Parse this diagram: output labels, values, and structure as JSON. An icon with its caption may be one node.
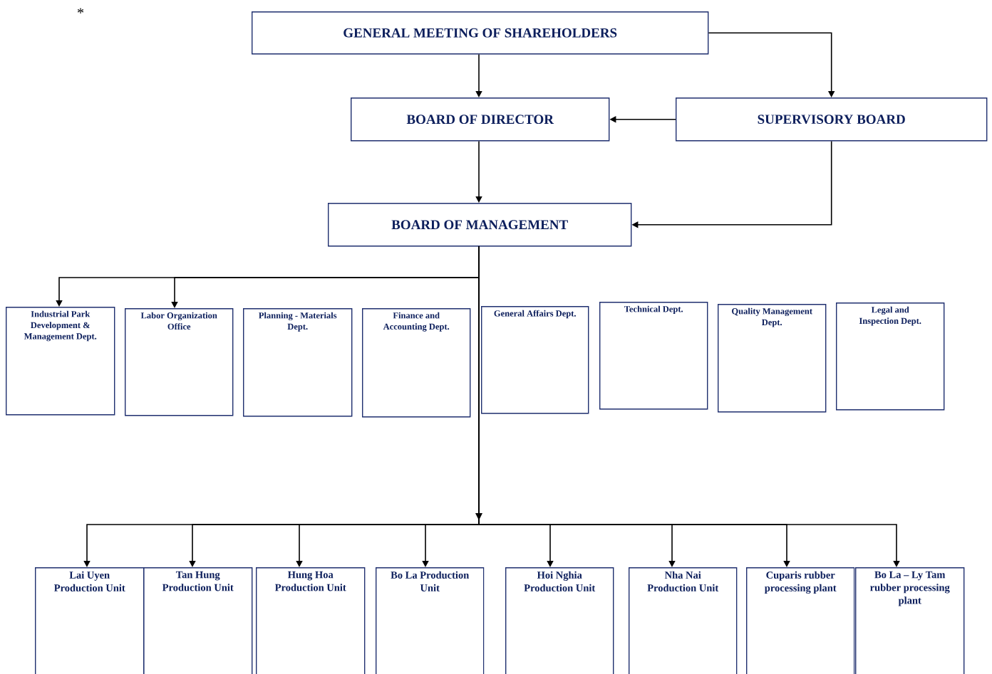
{
  "diagram": {
    "nodes": [
      {
        "text": [
          "GENERAL MEETING OF SHAREHOLDERS"
        ]
      },
      {
        "text": [
          "BOARD OF DIRECTOR"
        ]
      },
      {
        "text": [
          "SUPERVISORY BOARD"
        ]
      },
      {
        "text": [
          "BOARD OF MANAGEMENT"
        ]
      },
      {
        "text": [
          "Industrial Park Development & Management Dept."
        ]
      },
      {
        "text": [
          "Labor Organization Office"
        ]
      },
      {
        "text": [
          "Planning - Materials Dept."
        ]
      },
      {
        "text": [
          "Finance and Accounting Dept."
        ]
      },
      {
        "text": [
          "General Affairs Dept."
        ]
      },
      {
        "text": [
          "Technical Dept."
        ]
      },
      {
        "text": [
          "Quality Management Dept."
        ]
      },
      {
        "text": [
          "Legal and Inspection Dept."
        ]
      },
      {
        "text": [
          "Lai Uyen Production Unit"
        ]
      },
      {
        "text": [
          "Tan Hung Production Unit"
        ]
      },
      {
        "text": [
          "Hung Hoa Production Unit"
        ]
      },
      {
        "text": [
          "Bo La Production Unit"
        ]
      },
      {
        "text": [
          "Hoi Nghia Production Unit"
        ]
      },
      {
        "text": [
          "Nha Nai Production Unit"
        ]
      },
      {
        "text": [
          "Cuparis rubber processing plant"
        ]
      },
      {
        "text": [
          "Bo La – Ly Tam rubber processing plant"
        ]
      }
    ],
    "edges": [
      {
        "from": 0,
        "to": 1,
        "arrow": "to"
      },
      {
        "from": 0,
        "to": 2,
        "arrow": "to"
      },
      {
        "from": 2,
        "to": 1,
        "arrow": "to"
      },
      {
        "from": 1,
        "to": 3,
        "arrow": "to"
      },
      {
        "from": 2,
        "to": 3,
        "arrow": "to"
      },
      {
        "from": 3,
        "to": 4,
        "arrow": "to"
      },
      {
        "from": 3,
        "to": 5,
        "arrow": "to"
      },
      {
        "from": 3,
        "to": 12,
        "arrow": "to"
      },
      {
        "from": 3,
        "to": 13,
        "arrow": "to"
      },
      {
        "from": 3,
        "to": 14,
        "arrow": "to"
      },
      {
        "from": 3,
        "to": 15,
        "arrow": "to"
      },
      {
        "from": 3,
        "to": 16,
        "arrow": "to"
      },
      {
        "from": 3,
        "to": 17,
        "arrow": "to"
      },
      {
        "from": 3,
        "to": 18,
        "arrow": "to"
      },
      {
        "from": 3,
        "to": 19,
        "arrow": "to"
      }
    ],
    "labels": [
      "*"
    ]
  }
}
